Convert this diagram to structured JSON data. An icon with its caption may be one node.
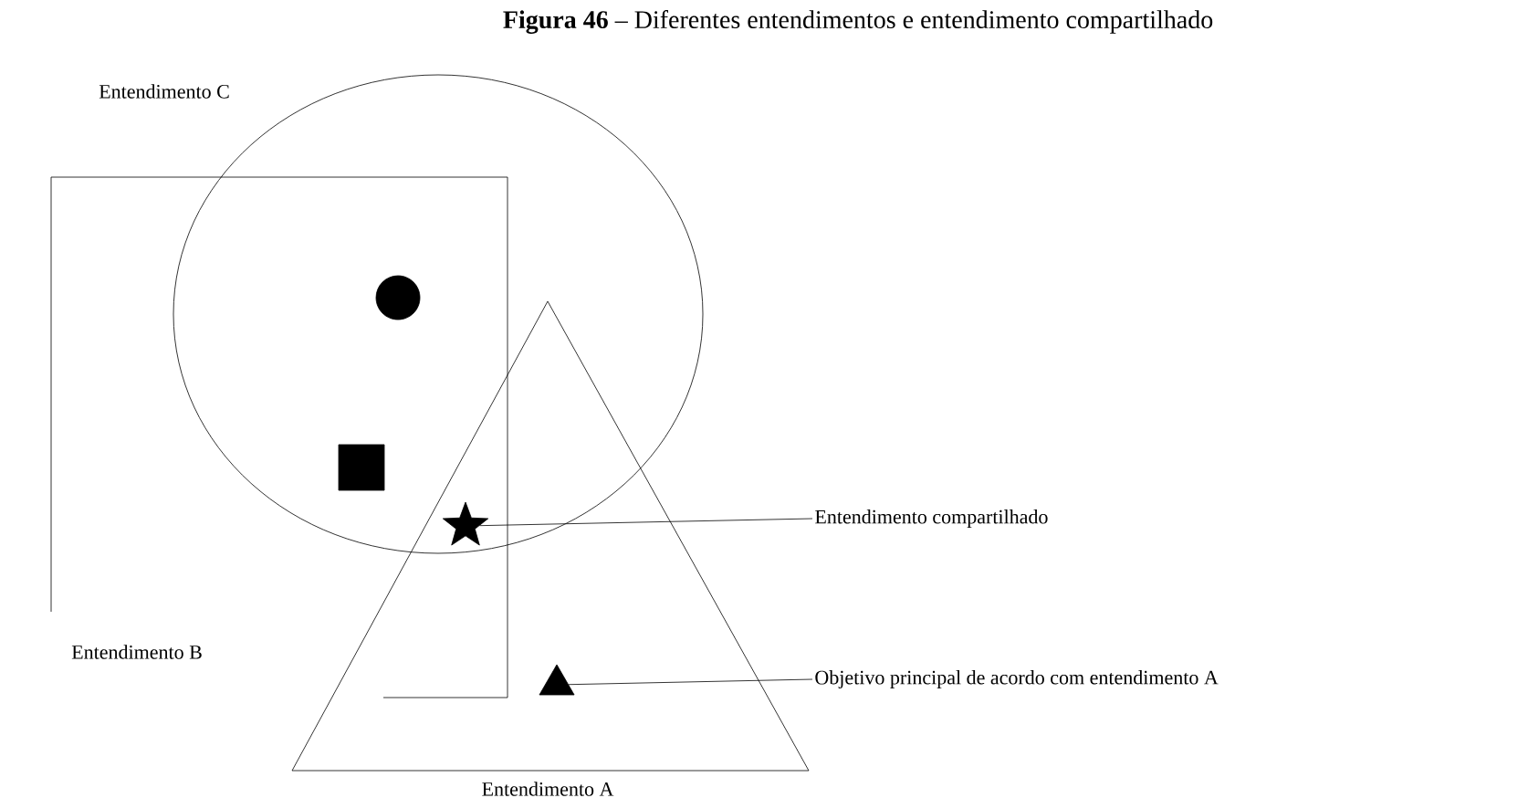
{
  "diagram": {
    "title": "**Figura 46** – Diferentes entendimentos e entendimento compartilhado",
    "nodes": [
      {
        "text": [
          "Entendimento C"
        ]
      },
      {
        "text": [
          "Entendimento B"
        ]
      },
      {
        "text": [
          "Entendimento A"
        ]
      },
      {
        "text": [],
        "shape": "circle"
      },
      {
        "text": [],
        "shape": "box"
      },
      {
        "text": [],
        "shape": "star"
      },
      {
        "text": [],
        "shape": "triangle",
        "in": 2
      },
      {
        "text": [
          "Entendimento compartilhado"
        ]
      },
      {
        "text": [
          "Objetivo principal de acordo com entendimento A"
        ]
      }
    ],
    "edges": [
      {
        "from": 7,
        "to": 5,
        "arrow": "none"
      },
      {
        "from": 8,
        "to": 6,
        "arrow": "none"
      }
    ]
  }
}
